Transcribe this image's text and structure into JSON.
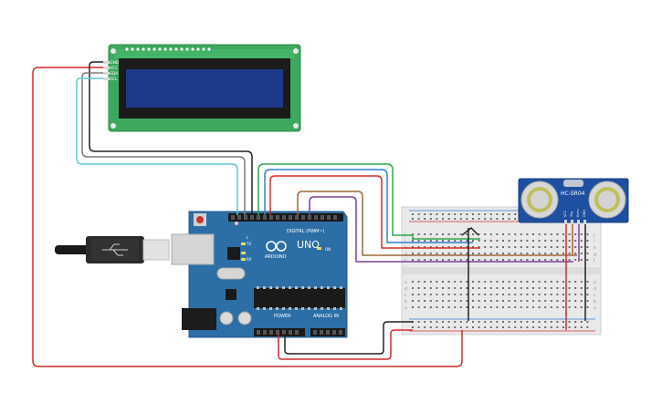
{
  "lcd": {
    "pins": [
      "GND",
      "VCC",
      "SDA",
      "SCL"
    ]
  },
  "arduino": {
    "brand_label": "ARDUINO",
    "model_label": "UNO",
    "digital_label": "DIGITAL (PWM~)",
    "power_label": "POWER",
    "analog_label": "ANALOG IN",
    "on_label": "ON",
    "tx_label": "TX",
    "rx_label": "RX",
    "l_label": "L"
  },
  "sensor": {
    "name": "HC-SR04",
    "pins": [
      "VCC",
      "Trig",
      "Echo",
      "GND"
    ]
  },
  "breadboard": {
    "row_letters_top": [
      "j",
      "i",
      "h",
      "g",
      "f"
    ],
    "row_letters_bottom": [
      "e",
      "d",
      "c",
      "b",
      "a"
    ]
  },
  "colors": {
    "wire_red": "#d42a2a",
    "wire_black": "#222222",
    "wire_gray": "#7a7a7a",
    "wire_cyan": "#5ec7cf",
    "wire_green": "#2ea84a",
    "wire_blue": "#2f7fd3",
    "wire_brown": "#9c6a3a",
    "wire_purple": "#7a3fa0",
    "arduino_board": "#2c6fa6",
    "lcd_board": "#3da85e",
    "lcd_screen": "#1d3a8a",
    "sensor_board": "#1f4fa0"
  }
}
